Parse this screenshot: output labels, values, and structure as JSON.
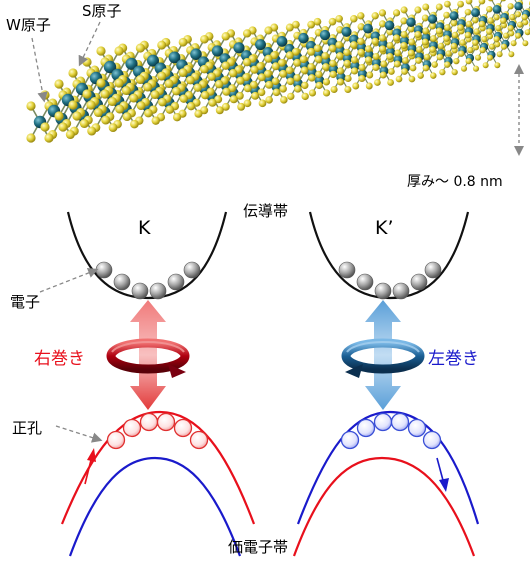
{
  "labels": {
    "w_atom": "W原子",
    "s_atom": "S原子",
    "thickness": "厚み～ 0.8 nm",
    "conduction_band": "伝導帯",
    "valence_band": "価電子帯",
    "valley_k": "K",
    "valley_k_prime": "K’",
    "electron": "電子",
    "hole": "正孔",
    "right_handed": "右巻き",
    "left_handed": "左巻き"
  },
  "colors": {
    "w_atom": "#1f6f82",
    "s_atom": "#e3d23a",
    "electron": "#8c8c8c",
    "hole": "#e03030",
    "hole_k_prime": "#3a4fd6",
    "band_red": "#e8101c",
    "band_blue": "#1a1acb",
    "right_handed_text": "#e8101c",
    "left_handed_text": "#1a1acb",
    "arrow_red": "#e23a3a",
    "arrow_blue": "#5a9fd8"
  }
}
